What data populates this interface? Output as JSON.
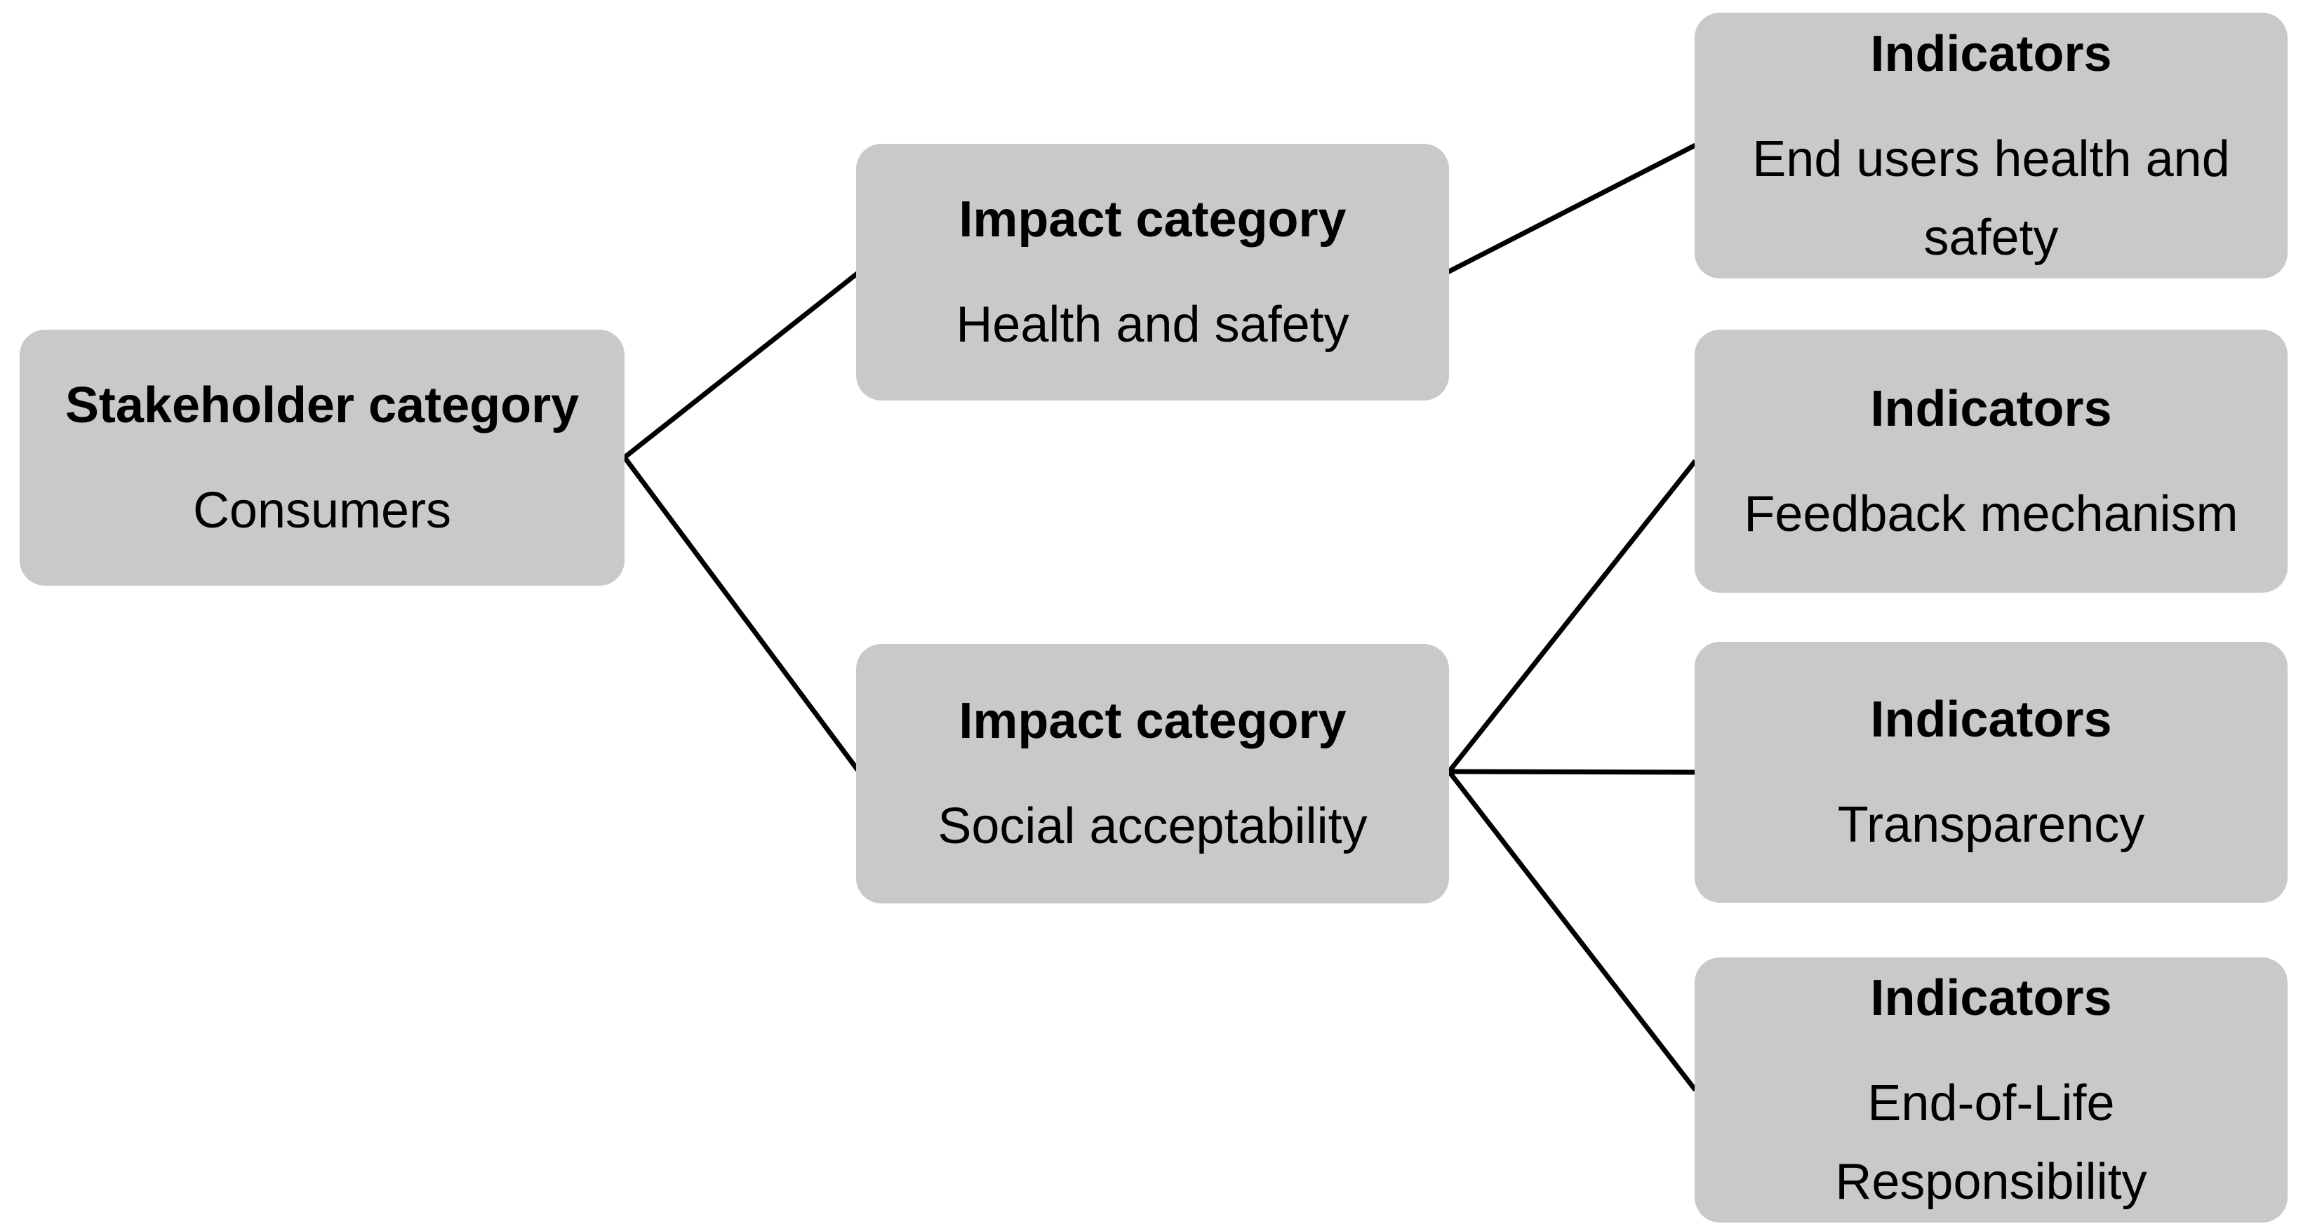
{
  "colors": {
    "box_fill": "#c9c9c9",
    "connector": "#000000",
    "text": "#000000",
    "background": "#ffffff"
  },
  "nodes": [
    {
      "id": "stakeholder",
      "title": "Stakeholder category",
      "body": "Consumers"
    },
    {
      "id": "impact-health",
      "title": "Impact category",
      "body": "Health and safety"
    },
    {
      "id": "impact-social",
      "title": "Impact category",
      "body": "Social acceptability"
    },
    {
      "id": "indicator-end-users",
      "title": "Indicators",
      "body": "End users health and\nsafety"
    },
    {
      "id": "indicator-feedback",
      "title": "Indicators",
      "body": "Feedback mechanism"
    },
    {
      "id": "indicator-transparency",
      "title": "Indicators",
      "body": "Transparency"
    },
    {
      "id": "indicator-eol",
      "title": "Indicators",
      "body": "End-of-Life\nResponsibility"
    }
  ],
  "edges": [
    {
      "from": "stakeholder",
      "to": "impact-health"
    },
    {
      "from": "stakeholder",
      "to": "impact-social"
    },
    {
      "from": "impact-health",
      "to": "indicator-end-users"
    },
    {
      "from": "impact-social",
      "to": "indicator-feedback"
    },
    {
      "from": "impact-social",
      "to": "indicator-transparency"
    },
    {
      "from": "impact-social",
      "to": "indicator-eol"
    }
  ]
}
